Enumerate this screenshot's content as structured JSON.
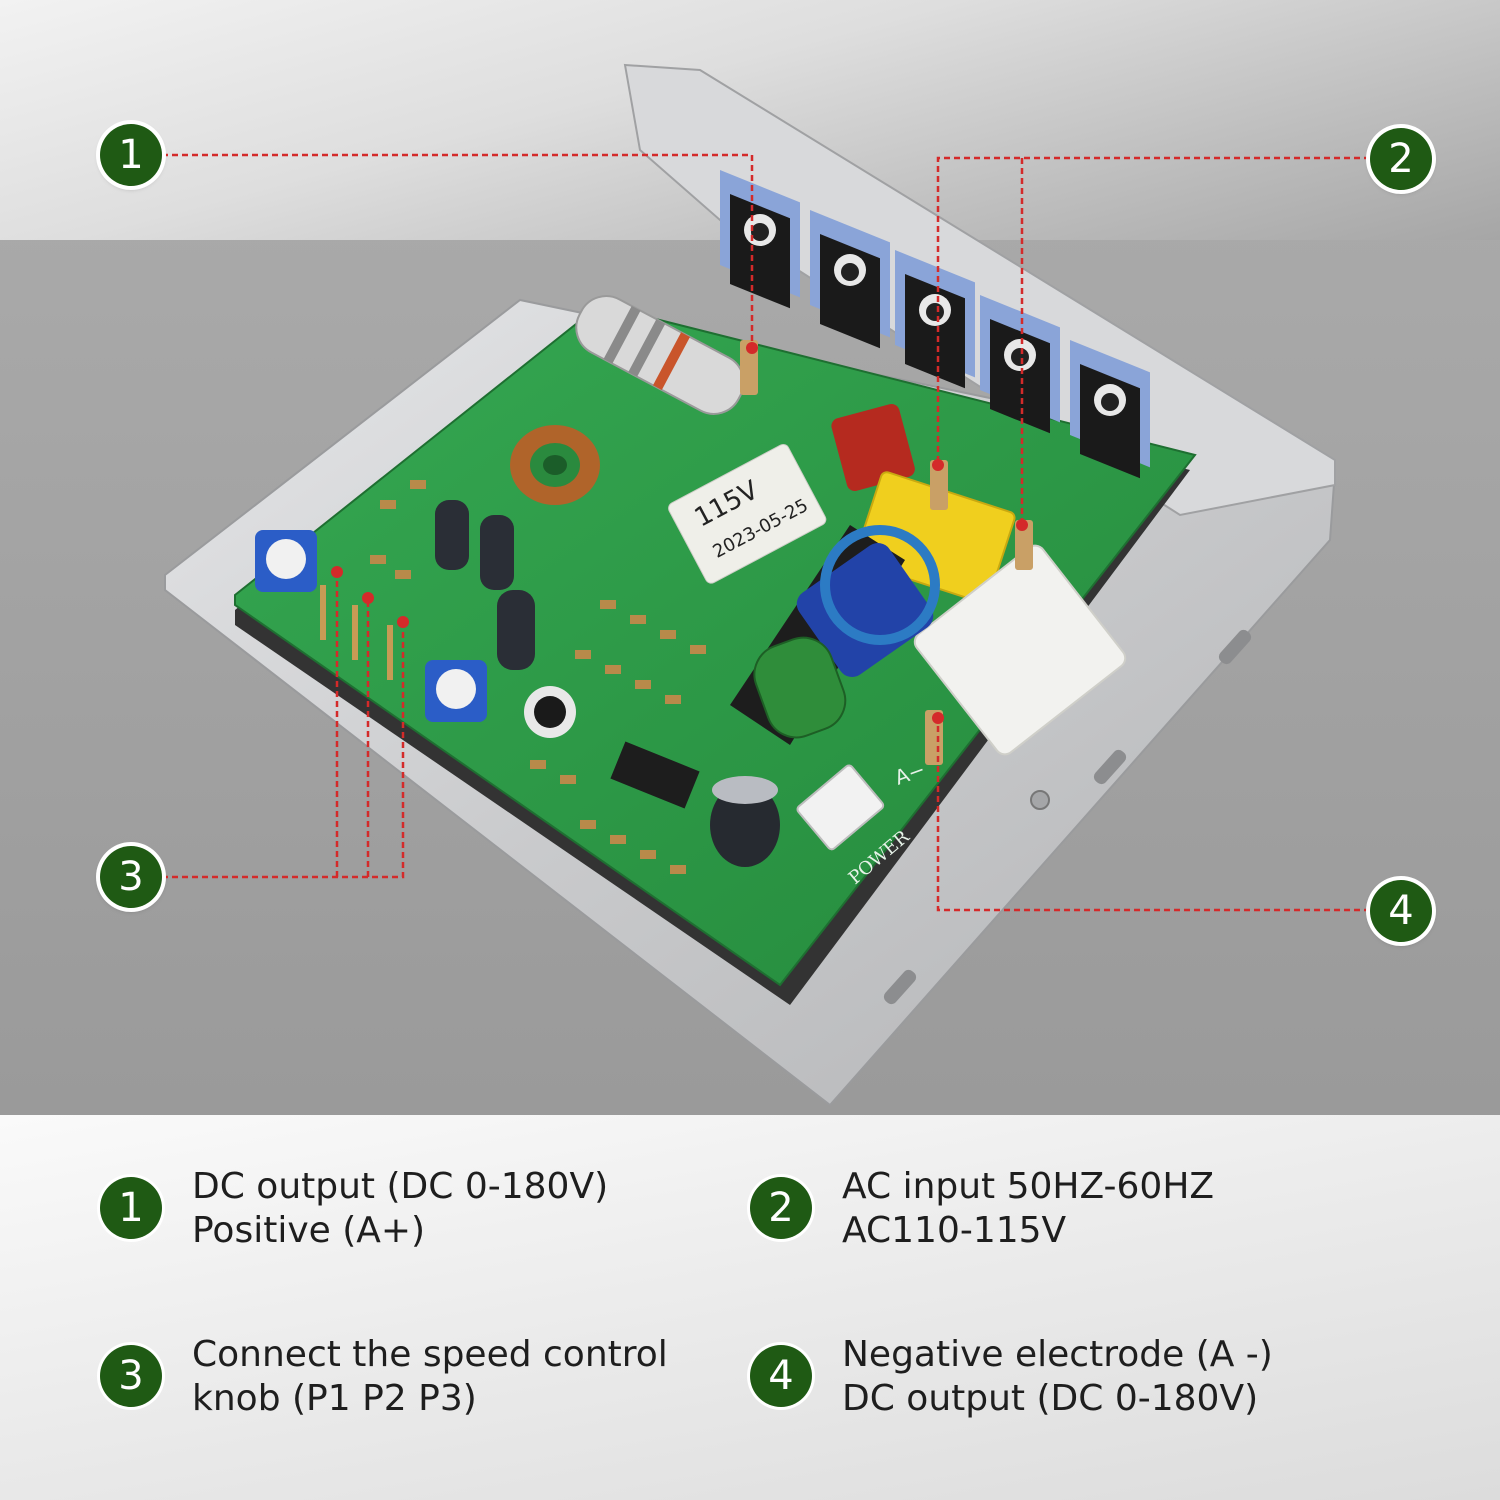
{
  "callouts": [
    {
      "number": "1"
    },
    {
      "number": "2"
    },
    {
      "number": "3"
    },
    {
      "number": "4"
    }
  ],
  "board_labels": {
    "voltage": "115V",
    "date": "2023-05-25",
    "power": "POWER",
    "a_minus": "A−"
  },
  "legend": [
    {
      "number": "1",
      "line1": "DC output (DC 0-180V)",
      "line2": "Positive (A+)"
    },
    {
      "number": "2",
      "line1": "AC input 50HZ-60HZ",
      "line2": "AC110-115V"
    },
    {
      "number": "3",
      "line1": "Connect the speed control",
      "line2": "knob (P1 P2 P3)"
    },
    {
      "number": "4",
      "line1": "Negative electrode (A -)",
      "line2": "DC output (DC 0-180V)"
    }
  ],
  "colors": {
    "badge": "#1f5a14",
    "pcb": "#2f9e4a",
    "leader_line": "#d42a2a",
    "heatsink": "#cfd0d2"
  }
}
